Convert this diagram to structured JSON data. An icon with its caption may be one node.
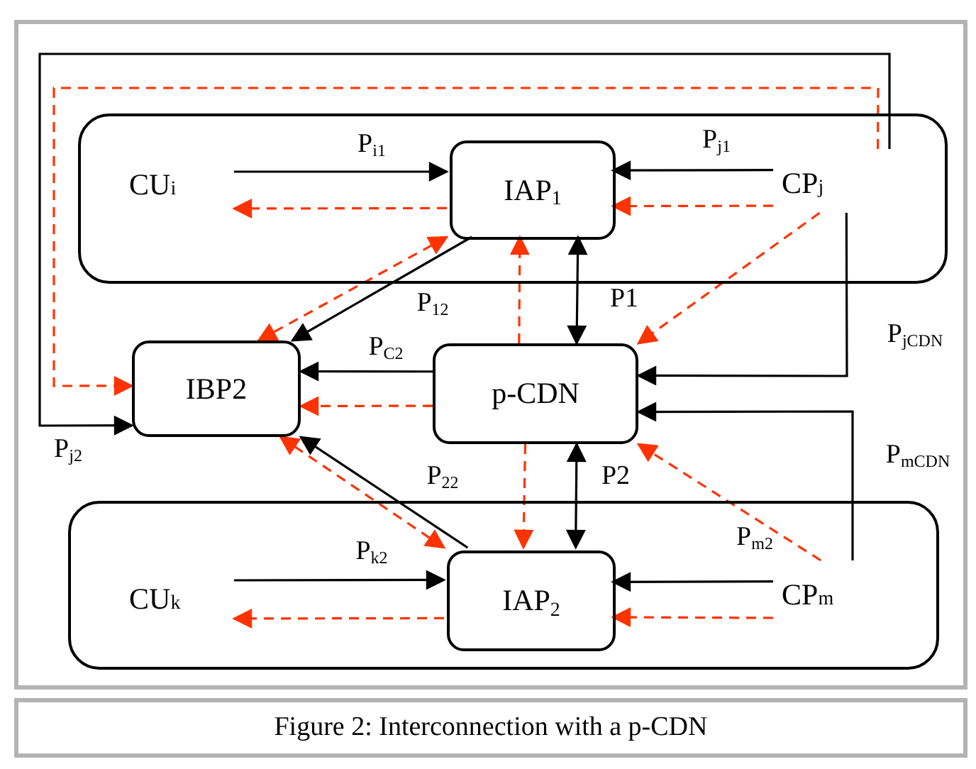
{
  "diagram": {
    "caption": "Figure 2: Interconnection with a p-CDN",
    "nodes": [
      {
        "text": [],
        "shape": "box"
      },
      {
        "text": [
          "CU$_{i}$"
        ],
        "in": 0
      },
      {
        "text": [
          "IAP$_{1}$"
        ],
        "in": 0
      },
      {
        "text": [
          "CP$_{j}$"
        ],
        "in": 0
      },
      {
        "text": [
          "IBP2"
        ]
      },
      {
        "text": [
          "p-CDN"
        ]
      },
      {
        "text": [],
        "shape": "box"
      },
      {
        "text": [
          "CU$_{k}$"
        ],
        "in": 6
      },
      {
        "text": [
          "IAP$_{2}$"
        ],
        "in": 6
      },
      {
        "text": [
          "CP$_{m}$"
        ],
        "in": 6
      }
    ],
    "edges": [
      {
        "from": 1,
        "to": 2,
        "arrow": "to",
        "label": "P$_{i1}$"
      },
      {
        "from": 2,
        "to": 1,
        "arrow": "to",
        "style": "dashed",
        "color": "#ff3300"
      },
      {
        "from": 3,
        "to": 2,
        "arrow": "to",
        "label": "P$_{j1}$"
      },
      {
        "from": 3,
        "to": 2,
        "arrow": "to",
        "style": "dashed",
        "color": "#ff3300"
      },
      {
        "from": 3,
        "to": 5,
        "arrow": "to",
        "style": "dashed",
        "color": "#ff3300"
      },
      {
        "from": 2,
        "to": 4,
        "arrow": "to",
        "label": "P$_{12}$"
      },
      {
        "from": 2,
        "to": 4,
        "arrow": "both",
        "style": "dashed",
        "color": "#ff3300"
      },
      {
        "from": 5,
        "to": 2,
        "arrow": "to",
        "style": "dashed",
        "color": "#ff3300"
      },
      {
        "from": 2,
        "to": 5,
        "arrow": "both",
        "label": "P1"
      },
      {
        "from": 3,
        "to": 5,
        "arrow": "to",
        "label": "P$_{jCDN}$"
      },
      {
        "from": 3,
        "to": 4,
        "arrow": "to",
        "label": "P$_{j2}$"
      },
      {
        "from": 3,
        "to": 4,
        "arrow": "to",
        "style": "dashed",
        "color": "#ff3300"
      },
      {
        "from": 5,
        "to": 4,
        "arrow": "to",
        "label": "P$_{C2}$"
      },
      {
        "from": 5,
        "to": 4,
        "arrow": "to",
        "style": "dashed",
        "color": "#ff3300"
      },
      {
        "from": 8,
        "to": 4,
        "arrow": "to",
        "label": "P$_{22}$"
      },
      {
        "from": 4,
        "to": 8,
        "arrow": "both",
        "style": "dashed",
        "color": "#ff3300"
      },
      {
        "from": 5,
        "to": 8,
        "arrow": "to",
        "style": "dashed",
        "color": "#ff3300"
      },
      {
        "from": 5,
        "to": 8,
        "arrow": "both",
        "label": "P2"
      },
      {
        "from": 9,
        "to": 5,
        "arrow": "to",
        "label": "P$_{mCDN}$"
      },
      {
        "from": 9,
        "to": 5,
        "arrow": "to",
        "style": "dashed",
        "color": "#ff3300",
        "label": "P$_{m2}$"
      },
      {
        "from": 7,
        "to": 8,
        "arrow": "to",
        "label": "P$_{k2}$"
      },
      {
        "from": 8,
        "to": 7,
        "arrow": "to",
        "style": "dashed",
        "color": "#ff3300"
      },
      {
        "from": 9,
        "to": 8,
        "arrow": "to"
      },
      {
        "from": 9,
        "to": 8,
        "arrow": "to",
        "style": "dashed",
        "color": "#ff3300"
      }
    ]
  }
}
